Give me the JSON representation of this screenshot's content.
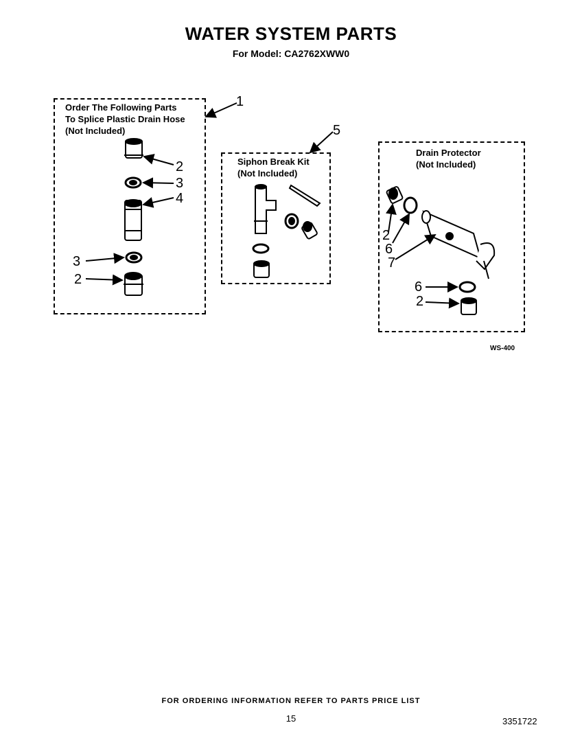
{
  "title": "WATER SYSTEM PARTS",
  "subtitle": "For Model:  CA2762XWW0",
  "groups": {
    "splice": {
      "label": "Order The Following Parts\nTo Splice Plastic Drain Hose\n(Not Included)",
      "callout": "1"
    },
    "siphon": {
      "label": "Siphon Break Kit\n(Not Included)",
      "callout": "5"
    },
    "drain": {
      "label": "Drain Protector\n(Not Included)"
    }
  },
  "callouts": {
    "splice_top_2": "2",
    "splice_3a": "3",
    "splice_4": "4",
    "splice_3b": "3",
    "splice_bottom_2": "2",
    "drain_2a": "2",
    "drain_6a": "6",
    "drain_7": "7",
    "drain_6b": "6",
    "drain_2b": "2"
  },
  "figure_ref": "WS-400",
  "footer": "FOR ORDERING INFORMATION REFER TO PARTS PRICE LIST",
  "page_number": "15",
  "document_number": "3351722"
}
